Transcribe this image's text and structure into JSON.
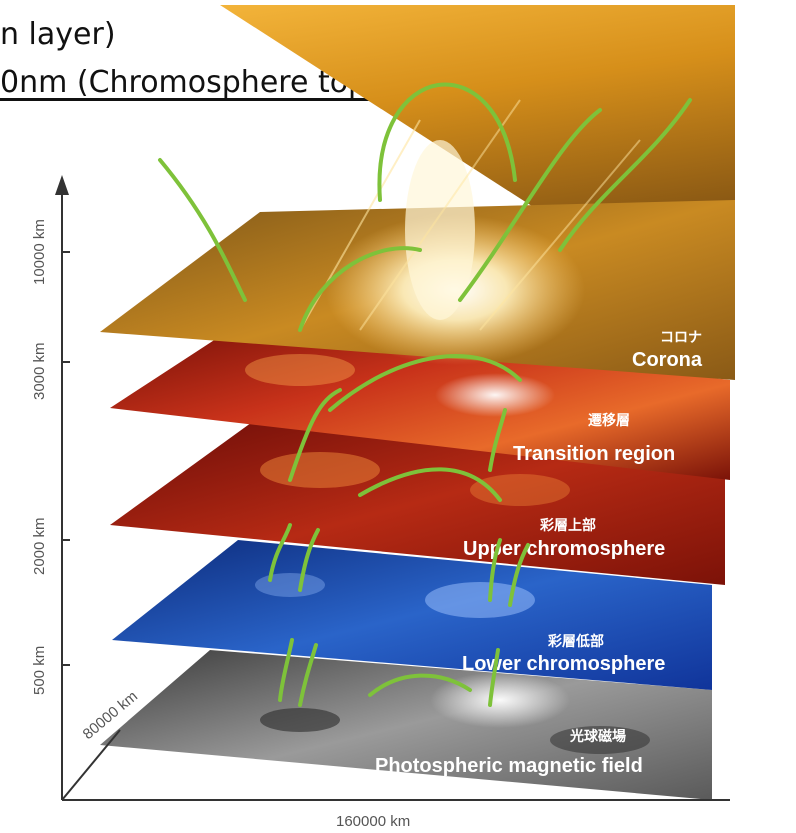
{
  "caption": {
    "line1": "n layer)",
    "line2": "0nm (Chromosphere top)"
  },
  "layers": [
    {
      "id": "corona",
      "label_jp": "コロナ",
      "label_en": "Corona",
      "color": "#d89a1e"
    },
    {
      "id": "transition",
      "label_jp": "遷移層",
      "label_en": "Transition region",
      "color": "#a61f10"
    },
    {
      "id": "upper",
      "label_jp": "彩層上部",
      "label_en": "Upper chromosphere",
      "color": "#a01510"
    },
    {
      "id": "lower",
      "label_jp": "彩層低部",
      "label_en": "Lower chromosphere",
      "color": "#1f4fb5"
    },
    {
      "id": "photo",
      "label_jp": "光球磁場",
      "label_en": "Photospheric magnetic field",
      "color": "#8a8a8a"
    }
  ],
  "axes": {
    "height_ticks": [
      "10000 km",
      "3000 km",
      "2000 km",
      "500 km"
    ],
    "depth_label": "80000 km",
    "width_label": "160000 km"
  },
  "colors": {
    "field_lines": "#7ec23a",
    "axis": "#333333"
  }
}
